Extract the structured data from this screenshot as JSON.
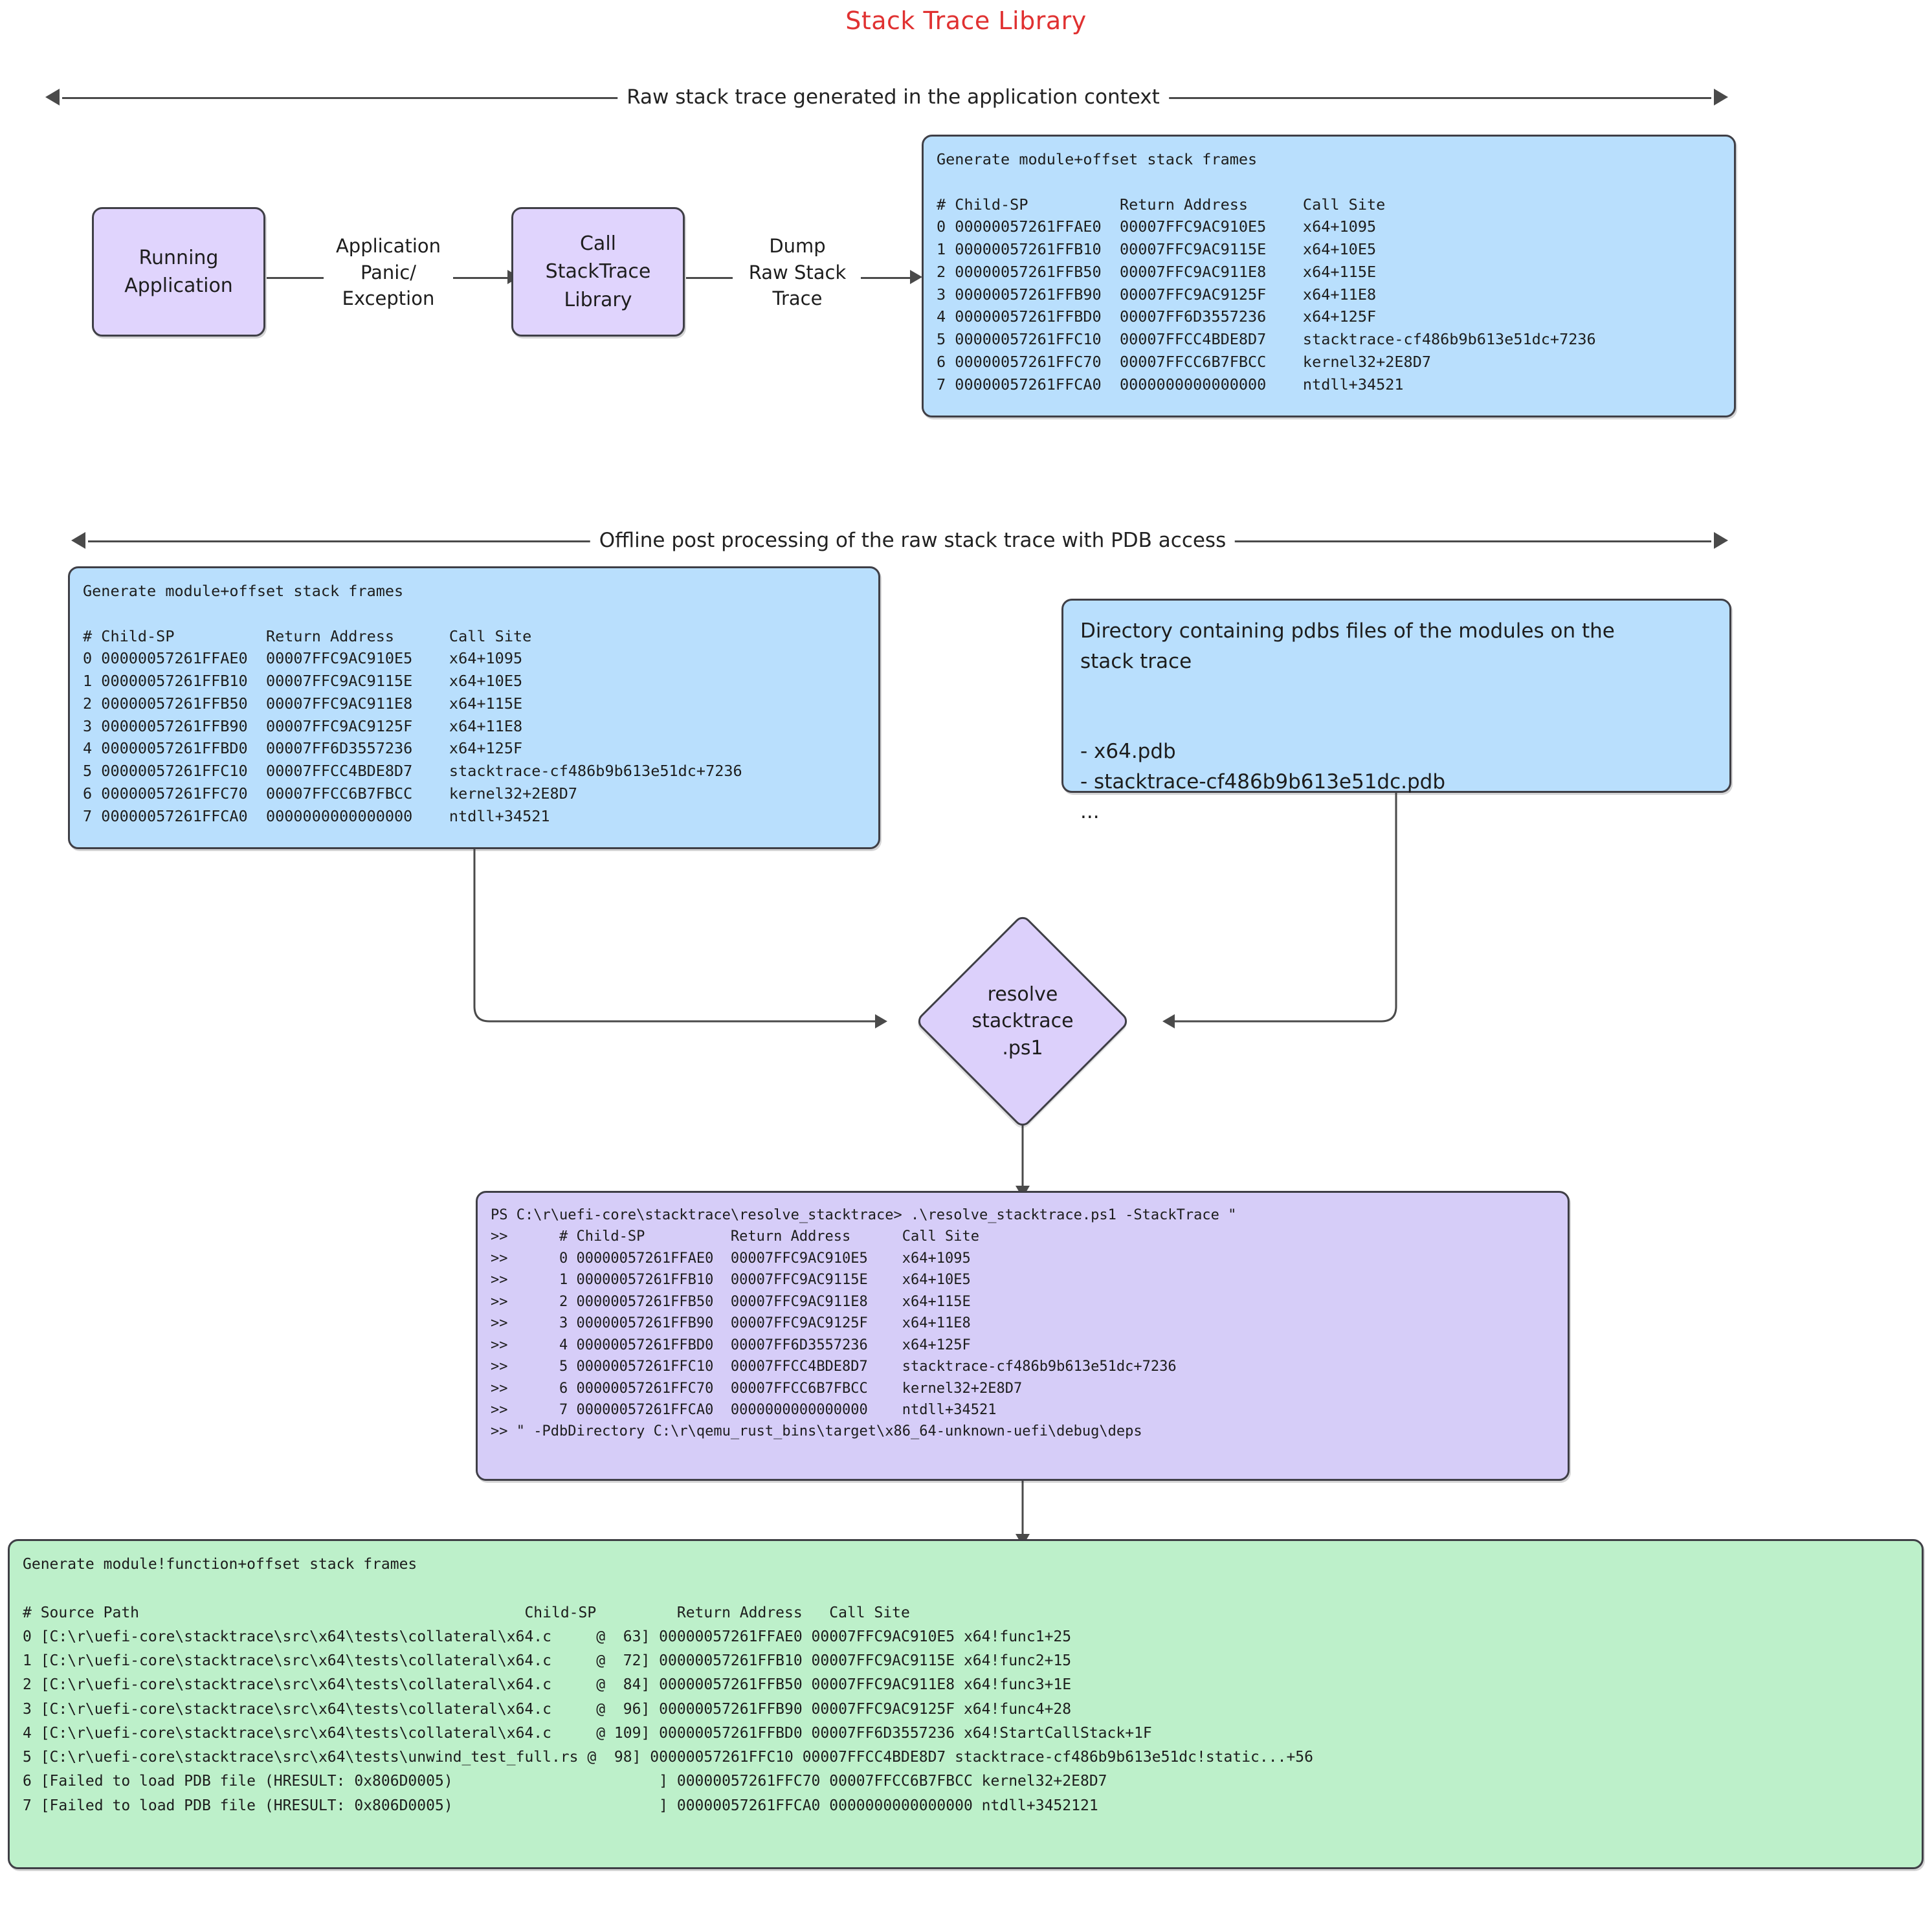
{
  "title": "Stack Trace Library",
  "accent_color": "#e03131",
  "colors": {
    "purple": "#e0d4fd",
    "blue": "#b9dffd",
    "lavender": "#d6cdf8",
    "green": "#bdf0ca",
    "stroke": "#3f3f46"
  },
  "sections": {
    "top_band_label": "Raw stack trace generated in the application context",
    "bottom_band_label": "Offline post processing of the raw stack trace with PDB access"
  },
  "flow": {
    "running_application": "Running\nApplication",
    "call_stacktrace_library": "Call\nStackTrace\nLibrary",
    "edge_panic": "Application\nPanic/\nException",
    "edge_dump": "Dump\nRaw Stack\nTrace",
    "resolve_node": "resolve\nstacktrace\n.ps1"
  },
  "raw_stack_box": {
    "heading": "Generate module+offset stack frames",
    "text": "Generate module+offset stack frames\n\n# Child-SP          Return Address      Call Site\n0 00000057261FFAE0  00007FFC9AC910E5    x64+1095\n1 00000057261FFB10  00007FFC9AC9115E    x64+10E5\n2 00000057261FFB50  00007FFC9AC911E8    x64+115E\n3 00000057261FFB90  00007FFC9AC9125F    x64+11E8\n4 00000057261FFBD0  00007FF6D3557236    x64+125F\n5 00000057261FFC10  00007FFCC4BDE8D7    stacktrace-cf486b9b613e51dc+7236\n6 00000057261FFC70  00007FFCC6B7FBCC    kernel32+2E8D7\n7 00000057261FFCA0  0000000000000000    ntdll+34521",
    "columns": [
      "#",
      "Child-SP",
      "Return Address",
      "Call Site"
    ],
    "rows": [
      {
        "n": "0",
        "child_sp": "00000057261FFAE0",
        "return_address": "00007FFC9AC910E5",
        "call_site": "x64+1095"
      },
      {
        "n": "1",
        "child_sp": "00000057261FFB10",
        "return_address": "00007FFC9AC9115E",
        "call_site": "x64+10E5"
      },
      {
        "n": "2",
        "child_sp": "00000057261FFB50",
        "return_address": "00007FFC9AC911E8",
        "call_site": "x64+115E"
      },
      {
        "n": "3",
        "child_sp": "00000057261FFB90",
        "return_address": "00007FFC9AC9125F",
        "call_site": "x64+11E8"
      },
      {
        "n": "4",
        "child_sp": "00000057261FFBD0",
        "return_address": "00007FF6D3557236",
        "call_site": "x64+125F"
      },
      {
        "n": "5",
        "child_sp": "00000057261FFC10",
        "return_address": "00007FFCC4BDE8D7",
        "call_site": "stacktrace-cf486b9b613e51dc+7236"
      },
      {
        "n": "6",
        "child_sp": "00000057261FFC70",
        "return_address": "00007FFCC6B7FBCC",
        "call_site": "kernel32+2E8D7"
      },
      {
        "n": "7",
        "child_sp": "00000057261FFCA0",
        "return_address": "0000000000000000",
        "call_site": "ntdll+34521"
      }
    ]
  },
  "pdb_dir_box": {
    "text": "Directory containing pdbs files of the modules on the\nstack trace\n\n\n- x64.pdb\n- stacktrace-cf486b9b613e51dc.pdb\n...",
    "heading": "Directory containing pdbs files of the modules on the stack trace",
    "files": [
      "- x64.pdb",
      "- stacktrace-cf486b9b613e51dc.pdb",
      "..."
    ]
  },
  "powershell_box": {
    "text": "PS C:\\r\\uefi-core\\stacktrace\\resolve_stacktrace> .\\resolve_stacktrace.ps1 -StackTrace \"\n>>      # Child-SP          Return Address      Call Site\n>>      0 00000057261FFAE0  00007FFC9AC910E5    x64+1095\n>>      1 00000057261FFB10  00007FFC9AC9115E    x64+10E5\n>>      2 00000057261FFB50  00007FFC9AC911E8    x64+115E\n>>      3 00000057261FFB90  00007FFC9AC9125F    x64+11E8\n>>      4 00000057261FFBD0  00007FF6D3557236    x64+125F\n>>      5 00000057261FFC10  00007FFCC4BDE8D7    stacktrace-cf486b9b613e51dc+7236\n>>      6 00000057261FFC70  00007FFCC6B7FBCC    kernel32+2E8D7\n>>      7 00000057261FFCA0  0000000000000000    ntdll+34521\n>> \" -PdbDirectory C:\\r\\qemu_rust_bins\\target\\x86_64-unknown-uefi\\debug\\deps",
    "prompt": "PS C:\\r\\uefi-core\\stacktrace\\resolve_stacktrace> .\\resolve_stacktrace.ps1 -StackTrace \"",
    "pdb_directory_arg": ">> \" -PdbDirectory C:\\r\\qemu_rust_bins\\target\\x86_64-unknown-uefi\\debug\\deps"
  },
  "resolved_box": {
    "heading": "Generate module!function+offset stack frames",
    "text": "Generate module!function+offset stack frames\n\n# Source Path                                           Child-SP         Return Address   Call Site\n0 [C:\\r\\uefi-core\\stacktrace\\src\\x64\\tests\\collateral\\x64.c     @  63] 00000057261FFAE0 00007FFC9AC910E5 x64!func1+25\n1 [C:\\r\\uefi-core\\stacktrace\\src\\x64\\tests\\collateral\\x64.c     @  72] 00000057261FFB10 00007FFC9AC9115E x64!func2+15\n2 [C:\\r\\uefi-core\\stacktrace\\src\\x64\\tests\\collateral\\x64.c     @  84] 00000057261FFB50 00007FFC9AC911E8 x64!func3+1E\n3 [C:\\r\\uefi-core\\stacktrace\\src\\x64\\tests\\collateral\\x64.c     @  96] 00000057261FFB90 00007FFC9AC9125F x64!func4+28\n4 [C:\\r\\uefi-core\\stacktrace\\src\\x64\\tests\\collateral\\x64.c     @ 109] 00000057261FFBD0 00007FF6D3557236 x64!StartCallStack+1F\n5 [C:\\r\\uefi-core\\stacktrace\\src\\x64\\tests\\unwind_test_full.rs @  98] 00000057261FFC10 00007FFCC4BDE8D7 stacktrace-cf486b9b613e51dc!static...+56\n6 [Failed to load PDB file (HRESULT: 0x806D0005)                       ] 00000057261FFC70 00007FFCC6B7FBCC kernel32+2E8D7\n7 [Failed to load PDB file (HRESULT: 0x806D0005)                       ] 00000057261FFCA0 0000000000000000 ntdll+3452121",
    "columns": [
      "#",
      "Source Path",
      "Child-SP",
      "Return Address",
      "Call Site"
    ],
    "rows": [
      {
        "n": "0",
        "source_path": "[C:\\r\\uefi-core\\stacktrace\\src\\x64\\tests\\collateral\\x64.c",
        "line": "63]",
        "child_sp": "00000057261FFAE0",
        "return_address": "00007FFC9AC910E5",
        "call_site": "x64!func1+25"
      },
      {
        "n": "1",
        "source_path": "[C:\\r\\uefi-core\\stacktrace\\src\\x64\\tests\\collateral\\x64.c",
        "line": "72]",
        "child_sp": "00000057261FFB10",
        "return_address": "00007FFC9AC9115E",
        "call_site": "x64!func2+15"
      },
      {
        "n": "2",
        "source_path": "[C:\\r\\uefi-core\\stacktrace\\src\\x64\\tests\\collateral\\x64.c",
        "line": "84]",
        "child_sp": "00000057261FFB50",
        "return_address": "00007FFC9AC911E8",
        "call_site": "x64!func3+1E"
      },
      {
        "n": "3",
        "source_path": "[C:\\r\\uefi-core\\stacktrace\\src\\x64\\tests\\collateral\\x64.c",
        "line": "96]",
        "child_sp": "00000057261FFB90",
        "return_address": "00007FFC9AC9125F",
        "call_site": "x64!func4+28"
      },
      {
        "n": "4",
        "source_path": "[C:\\r\\uefi-core\\stacktrace\\src\\x64\\tests\\collateral\\x64.c",
        "line": "109]",
        "child_sp": "00000057261FFBD0",
        "return_address": "00007FF6D3557236",
        "call_site": "x64!StartCallStack+1F"
      },
      {
        "n": "5",
        "source_path": "[C:\\r\\uefi-core\\stacktrace\\src\\x64\\tests\\unwind_test_full.rs",
        "line": "98]",
        "child_sp": "00000057261FFC10",
        "return_address": "00007FFCC4BDE8D7",
        "call_site": "stacktrace-cf486b9b613e51dc!static...+56"
      },
      {
        "n": "6",
        "source_path": "[Failed to load PDB file (HRESULT: 0x806D0005)",
        "line": "]",
        "child_sp": "00000057261FFC70",
        "return_address": "00007FFCC6B7FBCC",
        "call_site": "kernel32+2E8D7"
      },
      {
        "n": "7",
        "source_path": "[Failed to load PDB file (HRESULT: 0x806D0005)",
        "line": "]",
        "child_sp": "00000057261FFCA0",
        "return_address": "0000000000000000",
        "call_site": "ntdll+3452121"
      }
    ]
  }
}
